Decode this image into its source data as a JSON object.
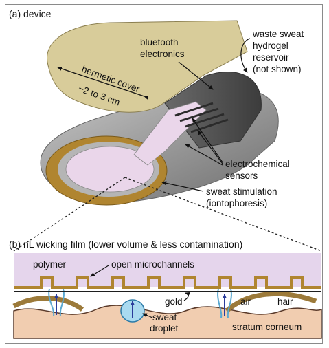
{
  "panel_a": {
    "title": "(a) device",
    "cover_label": "hermetic cover",
    "cover_size": "~2 to 3 cm",
    "electronics": [
      "bluetooth",
      "electronics"
    ],
    "reservoir": [
      "waste sweat",
      "hydrogel",
      "reservoir",
      "(not shown)"
    ],
    "sensors": [
      "electrochemical",
      "sensors"
    ],
    "stimulation": [
      "sweat stimulation",
      "(iontophoresis)"
    ]
  },
  "panel_b": {
    "title": "(b) nL wicking film (lower volume & less contamination)",
    "polymer": "polymer",
    "channels": "open microchannels",
    "gold": "gold",
    "air": "air",
    "hair": "hair",
    "droplet": [
      "sweat",
      "droplet"
    ],
    "skin": "stratum corneum"
  },
  "colors": {
    "cover": "#d8cc9a",
    "gold": "#b08530",
    "polymer": "#e5d5ec",
    "skin": "#f1cdb0",
    "sweat": "#a9daf0",
    "metal": "#9c9c9c",
    "arrow": "#2a3b9a"
  }
}
